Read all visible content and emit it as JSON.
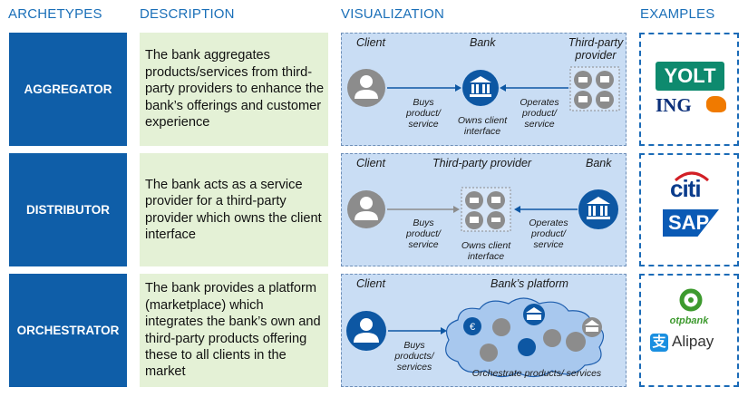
{
  "headers": {
    "archetypes": "ARCHETYPES",
    "description": "DESCRIPTION",
    "visualization": "VISUALIZATION",
    "examples": "EXAMPLES"
  },
  "rows": [
    {
      "archetype": "AGGREGATOR",
      "description": "The bank aggregates products/services from third-party providers to enhance the bank’s offerings and customer experience",
      "viz": {
        "left": "Client",
        "mid": "Bank",
        "right": "Third-party provider",
        "l1": "Buys product/ service",
        "l2": "Owns client interface",
        "l3": "Operates product/ service"
      },
      "examples": [
        "YOLT",
        "ING"
      ]
    },
    {
      "archetype": "DISTRIBUTOR",
      "description": "The bank acts as a service provider for a third-party provider which owns the client interface",
      "viz": {
        "left": "Client",
        "mid": "Third-party provider",
        "right": "Bank",
        "l1": "Buys product/ service",
        "l2": "Owns client interface",
        "l3": "Operates product/ service"
      },
      "examples": [
        "citi",
        "SAP"
      ]
    },
    {
      "archetype": "ORCHESTRATOR",
      "description": "The bank provides a platform (marketplace) which integrates the bank’s own and third-party products offering these to all clients in the market",
      "viz": {
        "left": "Client",
        "mid": "Bank’s platform",
        "l1": "Buys products/ services",
        "l2": "Orchestrate products/ services"
      },
      "examples": [
        "otpbank",
        "Alipay"
      ]
    }
  ],
  "colors": {
    "archetype_bg": "#0f5ea8",
    "description_bg": "#e4f1d6",
    "viz_bg": "#c9ddf4",
    "icon_blue": "#0d57a3",
    "client_gray": "#8c8c8c",
    "header": "#1a6fb8"
  }
}
